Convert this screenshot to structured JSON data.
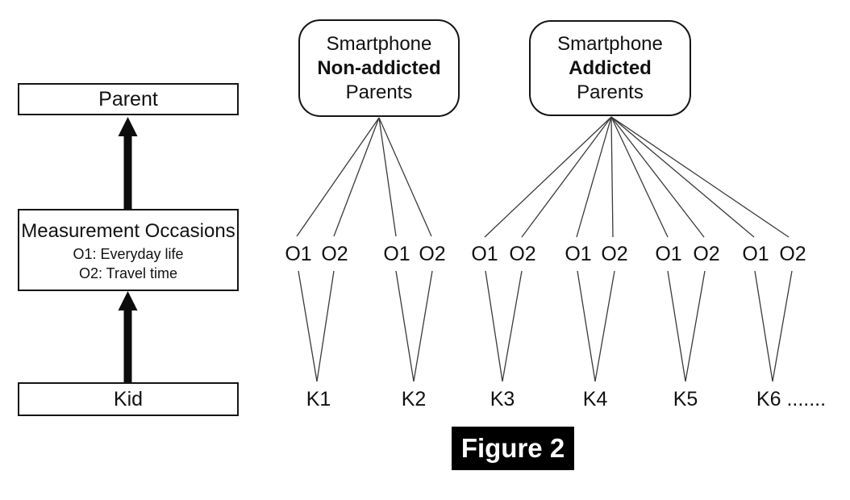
{
  "figure": {
    "label": "Figure 2"
  },
  "left_flow": {
    "parent_label": "Parent",
    "measurement_title": "Measurement Occasions",
    "measurement_sub1": "O1: Everyday life",
    "measurement_sub2": "O2: Travel time",
    "kid_label": "Kid"
  },
  "groups": [
    {
      "line1": "Smartphone",
      "line2": "Non-addicted",
      "line3": "Parents"
    },
    {
      "line1": "Smartphone",
      "line2": "Addicted",
      "line3": "Parents"
    }
  ],
  "occasions": [
    "O1",
    "O2",
    "O1",
    "O2",
    "O1",
    "O2",
    "O1",
    "O2",
    "O1",
    "O2",
    "O1",
    "O2"
  ],
  "kids": [
    "K1",
    "K2",
    "K3",
    "K4",
    "K5",
    "K6 ......."
  ],
  "colors": {
    "line": "#3a3a3a",
    "border": "#151515",
    "arrow": "#0d0d0d",
    "figure_bg": "#000000",
    "figure_text": "#ffffff"
  }
}
